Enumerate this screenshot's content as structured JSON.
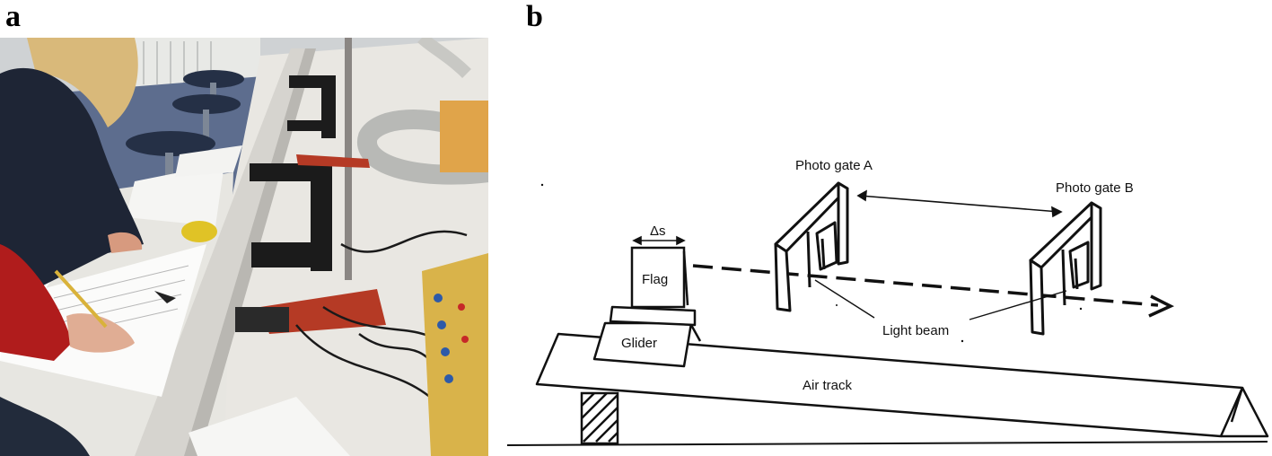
{
  "panels": {
    "a": {
      "letter": "a"
    },
    "b": {
      "letter": "b"
    }
  },
  "diagram": {
    "labels": {
      "photo_gate_a": "Photo gate A",
      "photo_gate_b": "Photo gate B",
      "delta_s": "Δs",
      "flag": "Flag",
      "glider": "Glider",
      "light_beam": "Light beam",
      "air_track": "Air track"
    }
  },
  "colors": {
    "ink": "#111111",
    "bench": "#e9e7e2",
    "stand_red": "#b53a25",
    "sweater_navy": "#1e2535",
    "hair_blonde": "#d9b97a",
    "sleeve_red": "#b01c1c",
    "control_box": "#d9b34a",
    "floor_blue": "#5d6d8e"
  }
}
